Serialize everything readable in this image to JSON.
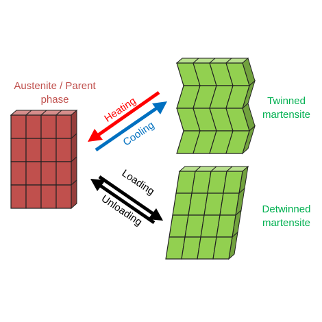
{
  "labels": {
    "austenite_line1": "Austenite / Parent",
    "austenite_line2": "phase",
    "twinned_line1": "Twinned",
    "twinned_line2": "martensite",
    "detwinned_line1": "Detwinned",
    "detwinned_line2": "martensite"
  },
  "arrows": {
    "heating": "Heating",
    "cooling": "Cooling",
    "loading": "Loading",
    "unloading": "Unloading"
  },
  "blocks": {
    "austenite": {
      "rows": 4,
      "cols": 4
    },
    "twinned": {
      "rows": 4,
      "cols": 4
    },
    "detwinned": {
      "rows": 4,
      "cols": 4
    }
  },
  "colors": {
    "austenite_fill": "#c0504d",
    "martensite_fill": "#92d050",
    "heating_arrow": "#ff0000",
    "cooling_arrow": "#0070c0",
    "load_arrow": "#000000",
    "austenite_text": "#c0504d",
    "martensite_text": "#00b050"
  }
}
